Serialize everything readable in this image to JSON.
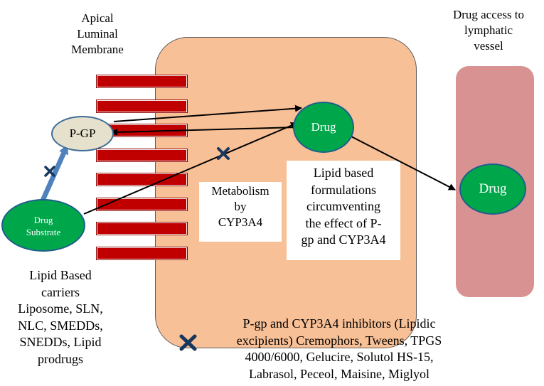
{
  "labels": {
    "apical": [
      "Apical",
      "Luminal",
      "Membrane"
    ],
    "lymph_access": [
      "Drug access to",
      "lymphatic",
      "vessel"
    ],
    "pgp": "P-GP",
    "drug_substrate": [
      "Drug",
      "Substrate"
    ],
    "drug_in_cell": "Drug",
    "drug_in_lymph": "Drug",
    "metabolism": [
      "Metabolism",
      "by",
      "CYP3A4"
    ],
    "lipid_formulations": [
      "Lipid based",
      "formulations",
      "circumventing",
      "the effect of P-",
      "gp and CYP3A4"
    ],
    "carriers": [
      "Lipid Based",
      "carriers",
      "Liposome, SLN,",
      "NLC, SMEDDs,",
      "SNEDDs, Lipid",
      "prodrugs"
    ],
    "inhibitors": [
      "P-gp and CYP3A4 inhibitors (Lipidic",
      "excipients) Cremophors, Tweens, TPGS",
      "4000/6000, Gelucire, Solutol HS-15,",
      "Labrasol, Peceol, Maisine, Miglyol"
    ]
  },
  "colors": {
    "cell": "#f8c096",
    "lymph_vessel": "#d89292",
    "membrane_bar": "#c00000",
    "drug": "#00a74a",
    "pgp": "#e6e1cc",
    "arrow_blue": "#4f81bd",
    "inhibitor_mark": "#17375e"
  },
  "icons": {
    "inhibitor": "x-mark-icon"
  }
}
